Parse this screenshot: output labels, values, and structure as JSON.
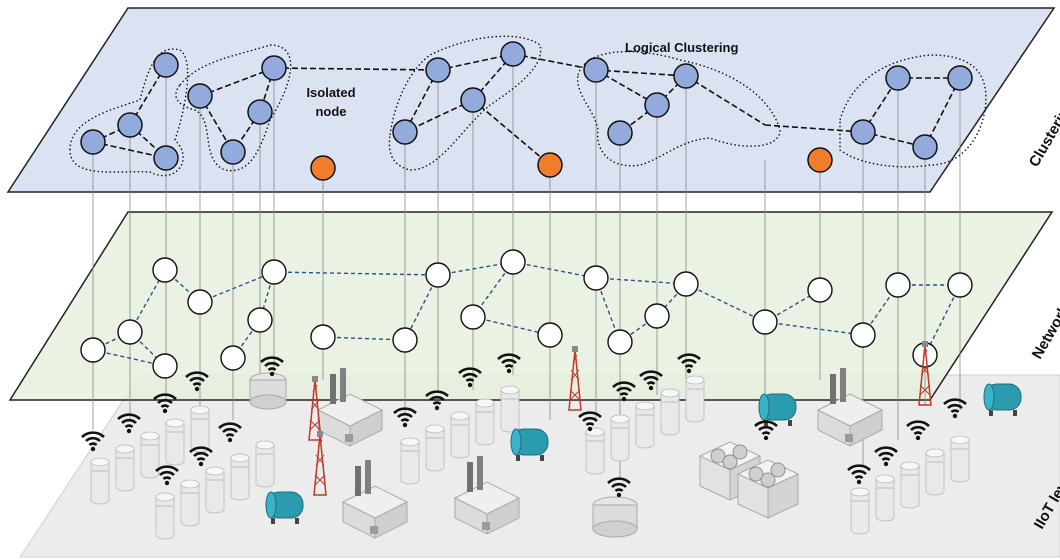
{
  "levels": {
    "clustering": "Clustering Level",
    "network": "Network Level",
    "iiot": "IIoT level"
  },
  "annotations": {
    "logical_clustering": "Logical Clustering",
    "isolated_line1": "Isolated",
    "isolated_line2": "node"
  },
  "colors": {
    "clustering_plane": "#dbe3f3",
    "network_plane": "#e6f1de",
    "iiot_plane": "#ececec",
    "cluster_node": "#92abdc",
    "isolated_node": "#ef7d2c",
    "network_node": "#ffffff",
    "network_link": "#2f4f86"
  },
  "icons": [
    "wifi-icon",
    "storage-tank-icon",
    "factory-icon",
    "cell-tower-icon",
    "pressure-vessel-icon",
    "cooling-tower-icon"
  ]
}
